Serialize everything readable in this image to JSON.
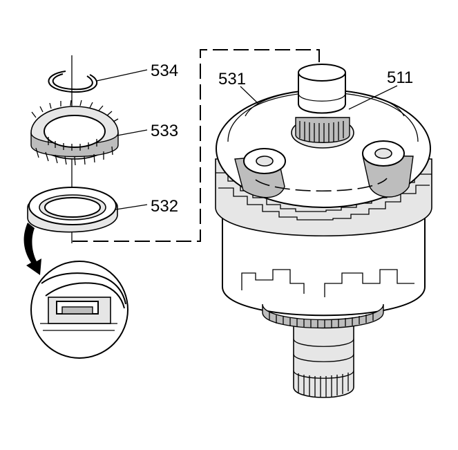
{
  "callouts": {
    "snap_ring": "534",
    "ring_gear": "533",
    "thrust_bearing": "532",
    "carrier": "531",
    "shaft": "511"
  }
}
